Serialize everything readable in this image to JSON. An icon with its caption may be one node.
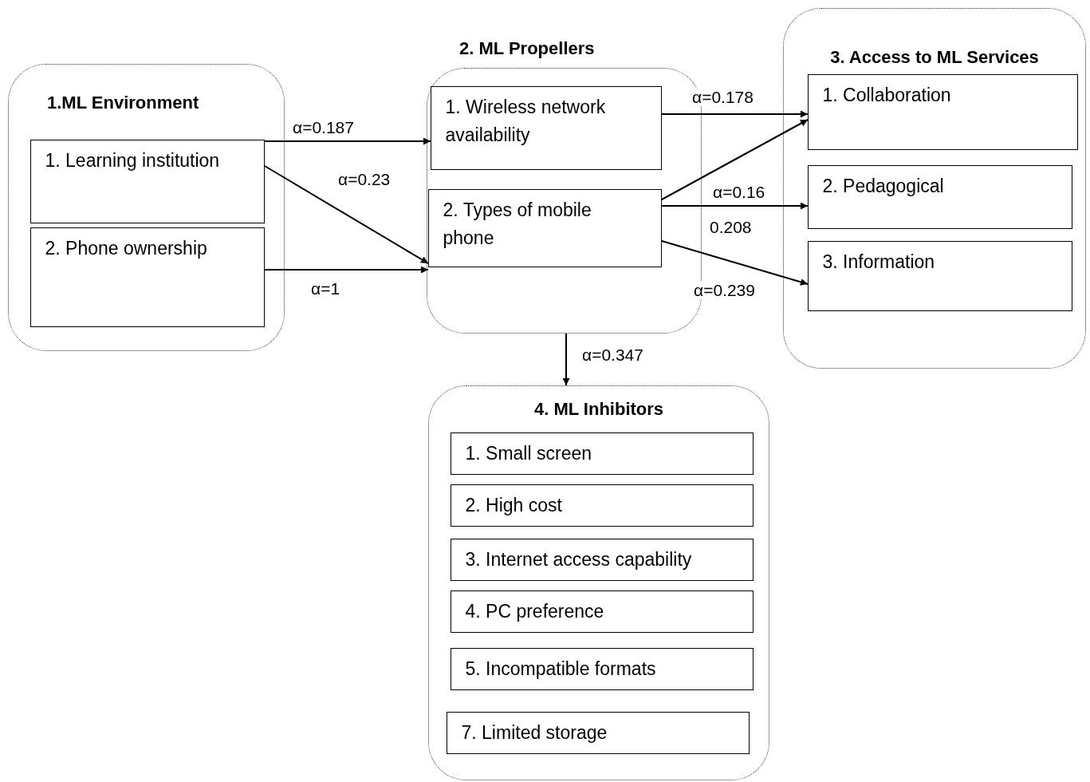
{
  "diagram": {
    "nodes": [
      {
        "text": [
          "1.ML Environment"
        ]
      },
      {
        "text": [
          "1. Learning institution"
        ],
        "in": 0
      },
      {
        "text": [
          "2. Phone ownership"
        ],
        "in": 0
      },
      {
        "text": [
          "2. ML Propellers"
        ]
      },
      {
        "text": [
          "1. Wireless network availability"
        ],
        "in": 3
      },
      {
        "text": [
          "2. Types of mobile phone"
        ],
        "in": 3
      },
      {
        "text": [
          "3. Access to ML Services"
        ]
      },
      {
        "text": [
          "1. Collaboration"
        ],
        "in": 6
      },
      {
        "text": [
          "2. Pedagogical"
        ],
        "in": 6
      },
      {
        "text": [
          "3. Information"
        ],
        "in": 6
      },
      {
        "text": [
          "4. ML Inhibitors"
        ]
      },
      {
        "text": [
          "1. Small screen"
        ],
        "in": 10
      },
      {
        "text": [
          "2. High cost"
        ],
        "in": 10
      },
      {
        "text": [
          "3. Internet access capability"
        ],
        "in": 10
      },
      {
        "text": [
          "4. PC preference"
        ],
        "in": 10
      },
      {
        "text": [
          "5. Incompatible formats"
        ],
        "in": 10
      },
      {
        "text": [
          "7. Limited storage"
        ],
        "in": 10
      }
    ],
    "edges": [
      {
        "from": 1,
        "to": 4,
        "arrow": "to",
        "label": "α=0.187"
      },
      {
        "from": 1,
        "to": 5,
        "arrow": "to",
        "label": "α=0.23"
      },
      {
        "from": 2,
        "to": 5,
        "arrow": "to",
        "label": "α=1"
      },
      {
        "from": 4,
        "to": 7,
        "arrow": "to",
        "label": "α=0.178"
      },
      {
        "from": 5,
        "to": 7,
        "arrow": "to",
        "label": "α=0.16"
      },
      {
        "from": 5,
        "to": 8,
        "arrow": "to",
        "label": "0.208"
      },
      {
        "from": 5,
        "to": 9,
        "arrow": "to",
        "label": "α=0.239"
      },
      {
        "from": 3,
        "to": 10,
        "arrow": "to",
        "label": "α=0.347"
      }
    ]
  }
}
